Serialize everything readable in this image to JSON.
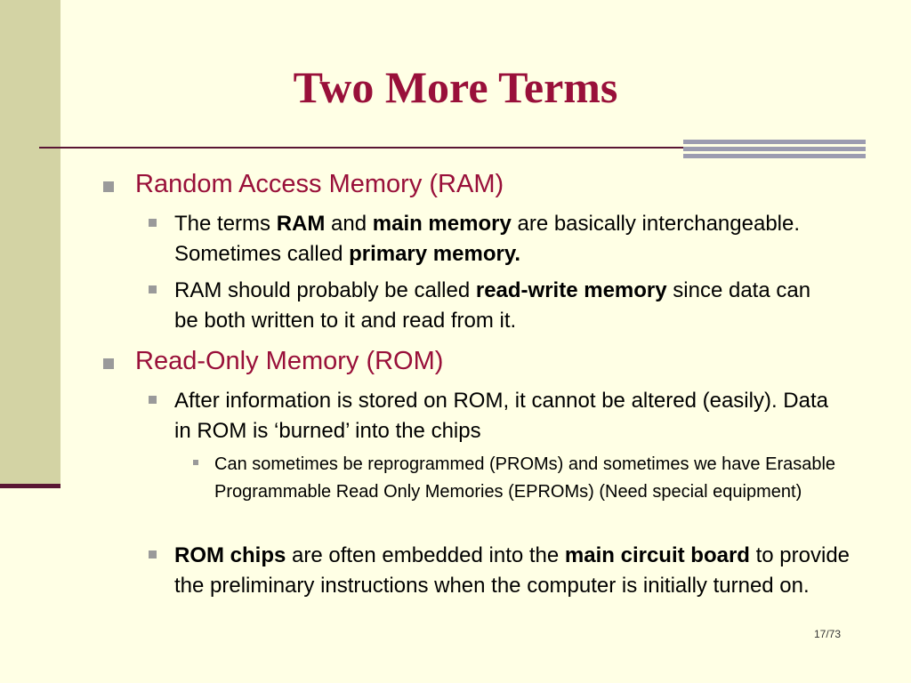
{
  "slide": {
    "title": "Two More Terms",
    "bullets": [
      {
        "text": "Random Access Memory (RAM)",
        "sub": [
          {
            "t1": "The terms ",
            "b1": "RAM",
            "t2": " and ",
            "b2": "main memory",
            "t3": " are basically interchangeable. Sometimes called ",
            "b3": "primary memory."
          },
          {
            "t1": "RAM should probably be called ",
            "b1": "read-write memory",
            "t2": " since data can be both written to it and read from it."
          }
        ]
      },
      {
        "text": "Read-Only Memory (ROM)",
        "sub": [
          {
            "t1": "After information is stored on ROM, it cannot be altered (easily).  Data in ROM is ‘burned’ into the chips",
            "sub": [
              {
                "t1": "Can sometimes be reprogrammed (PROMs) and sometimes we have Erasable Programmable Read Only Memories (EPROMs) (Need special equipment)"
              }
            ]
          },
          {
            "b1": "ROM chips",
            "t1": " are often embedded into the ",
            "b2": "main circuit board",
            "t2": " to provide the preliminary instructions when the computer is initially turned on."
          }
        ]
      }
    ],
    "page_number": "17/73"
  }
}
